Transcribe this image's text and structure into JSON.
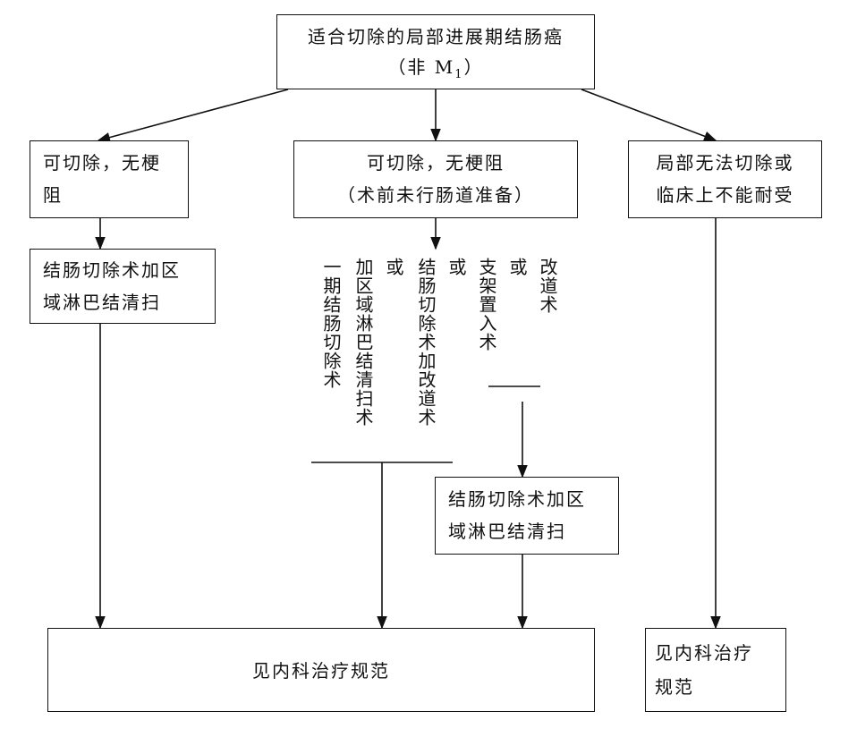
{
  "top": {
    "line1": "适合切除的局部进展期结肠癌",
    "line2_prefix": "（非 M",
    "line2_sub": "1",
    "line2_suffix": "）"
  },
  "left_box": {
    "line1": "可切除，无梗",
    "line2": "阻"
  },
  "mid_box": {
    "line1": "可切除，无梗阻",
    "line2": "（术前未行肠道准备）"
  },
  "right_box": {
    "line1": "局部无法切除或",
    "line2": "临床上不能耐受"
  },
  "left_surgery": {
    "line1": "结肠切除术加区",
    "line2": "域淋巴结清扫"
  },
  "options": {
    "opt1": "一期结肠切除术",
    "opt2": "加区域淋巴结清扫术",
    "or1": "或",
    "opt3": "结肠切除术加改道术",
    "or2": "或",
    "opt4": "支架置入术",
    "or3": "或",
    "opt5": "改道术"
  },
  "mid_surgery": {
    "line1": "结肠切除术加区",
    "line2": "域淋巴结清扫"
  },
  "bottom_left": {
    "text": "见内科治疗规范"
  },
  "bottom_right": {
    "line1": "见内科治疗",
    "line2": "规范"
  }
}
